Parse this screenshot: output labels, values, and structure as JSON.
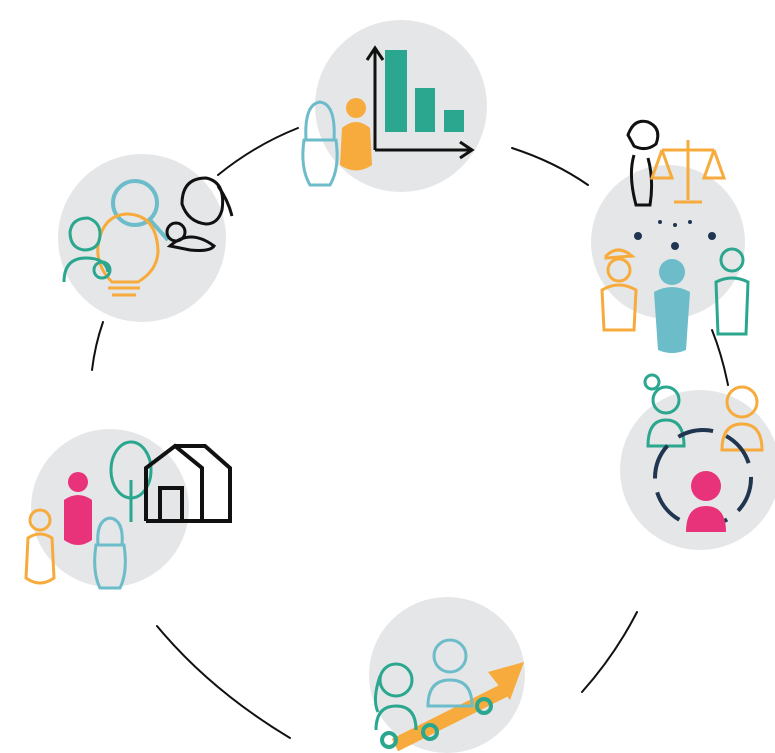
{
  "colors": {
    "circle_bg": "#e5e6e8",
    "teal": "#2aa78e",
    "light_teal": "#6cbcc9",
    "orange": "#f7ab3c",
    "pink": "#e8337b",
    "navy": "#1f3550",
    "black": "#111111",
    "connector": "#111111"
  },
  "nodes": [
    {
      "id": "data-analysis",
      "icons": [
        "bar-chart-icon",
        "veiled-woman-icon",
        "person-icon"
      ]
    },
    {
      "id": "justice-fairness",
      "icons": [
        "scales-icon",
        "woman-icon",
        "capped-person-icon",
        "person-icon",
        "person-icon"
      ]
    },
    {
      "id": "community-circle",
      "icons": [
        "person-icon",
        "person-icon",
        "person-icon"
      ]
    },
    {
      "id": "growth-progress",
      "icons": [
        "growth-arrow-icon",
        "woman-icon",
        "person-icon"
      ]
    },
    {
      "id": "family-home",
      "icons": [
        "tree-icon",
        "house-icon",
        "person-icon",
        "veiled-woman-icon",
        "child-icon"
      ]
    },
    {
      "id": "research-ideas",
      "icons": [
        "magnifier-icon",
        "lightbulb-icon",
        "mother-baby-icon",
        "person-icon"
      ]
    }
  ]
}
